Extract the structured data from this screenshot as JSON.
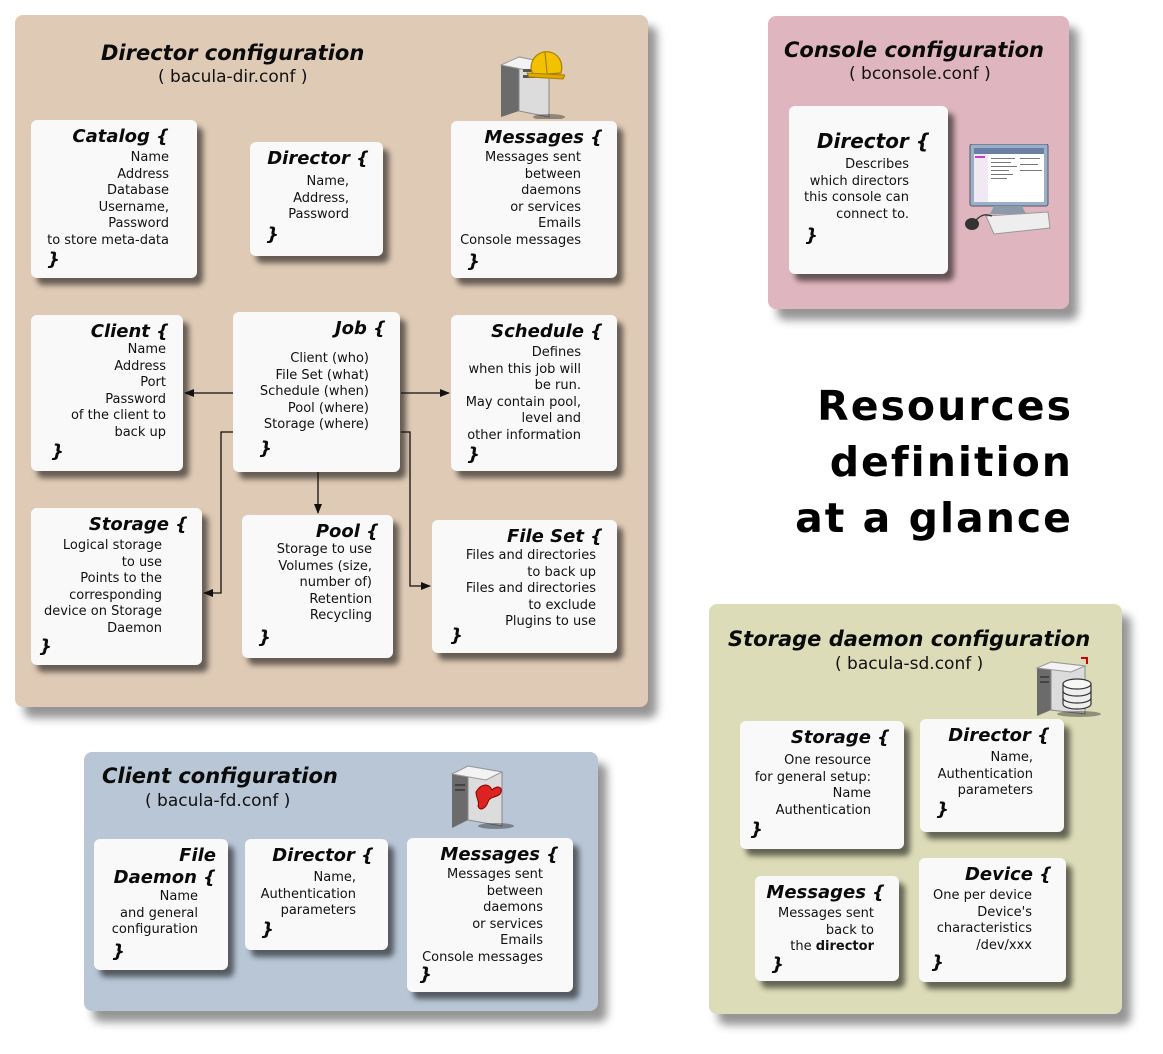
{
  "headline": {
    "lines": [
      "Resources",
      "definition",
      "at a glance"
    ]
  },
  "director_config": {
    "title": "Director configuration",
    "file": "( bacula-dir.conf )",
    "catalog": {
      "name": "Catalog {",
      "lines": [
        "Name",
        "Address",
        "Database",
        "Username,",
        "Password",
        "to store meta-data"
      ],
      "close": "}"
    },
    "director": {
      "name": "Director {",
      "lines": [
        "Name,",
        "Address,",
        "Password"
      ],
      "close": "}"
    },
    "messages": {
      "name": "Messages {",
      "lines": [
        "Messages sent",
        "between",
        "daemons",
        "or services",
        "Emails",
        "Console messages"
      ],
      "close": "}"
    },
    "client": {
      "name": "Client {",
      "lines": [
        "Name",
        "Address",
        "Port",
        "Password",
        "of the client to",
        "back up"
      ],
      "close": "}"
    },
    "job": {
      "name": "Job {",
      "lines": [
        "Client (who)",
        "File Set (what)",
        "Schedule (when)",
        "Pool (where)",
        "Storage (where)"
      ],
      "close": "}"
    },
    "schedule": {
      "name": "Schedule {",
      "lines": [
        "Defines",
        "when this job will",
        "be run.",
        "May contain pool,",
        "level and",
        "other information"
      ],
      "close": "}"
    },
    "storage": {
      "name": "Storage {",
      "lines": [
        "Logical storage",
        "to use",
        "Points to the",
        "corresponding",
        "device on Storage",
        "Daemon"
      ],
      "close": "}"
    },
    "pool": {
      "name": "Pool {",
      "lines": [
        "Storage to use",
        "Volumes (size,",
        "number of)",
        "Retention",
        "Recycling"
      ],
      "close": "}"
    },
    "fileset": {
      "name": "File Set {",
      "lines": [
        "Files and directories",
        "to back up",
        "Files and directories",
        "to exclude",
        "Plugins to use"
      ],
      "close": "}"
    }
  },
  "console_config": {
    "title": "Console configuration",
    "file": "( bconsole.conf )",
    "director": {
      "name": "Director {",
      "lines": [
        "Describes",
        "which directors",
        "this console can",
        "connect to."
      ],
      "close": "}"
    }
  },
  "client_config": {
    "title": "Client configuration",
    "file": "( bacula-fd.conf )",
    "filedaemon": {
      "name_line1": "File",
      "name_line2": "Daemon {",
      "lines": [
        "Name",
        "and general",
        "configuration"
      ],
      "close": "}"
    },
    "director": {
      "name": "Director {",
      "lines": [
        "Name,",
        "Authentication",
        "parameters"
      ],
      "close": "}"
    },
    "messages": {
      "name": "Messages {",
      "lines": [
        "Messages sent",
        "between",
        "daemons",
        "or services",
        "Emails",
        "Console messages"
      ],
      "close": "}"
    }
  },
  "sd_config": {
    "title": "Storage daemon configuration",
    "file": "( bacula-sd.conf )",
    "storage": {
      "name": "Storage {",
      "lines": [
        "One resource",
        "for general setup:",
        "Name",
        "Authentication"
      ],
      "close": "}"
    },
    "director": {
      "name": "Director {",
      "lines": [
        "Name,",
        "Authentication",
        "parameters"
      ],
      "close": "}"
    },
    "messages": {
      "name": "Messages {",
      "lines": [
        "Messages sent",
        "back to"
      ],
      "last_prefix": "the ",
      "last_bold": "director",
      "close": "}"
    },
    "device": {
      "name": "Device {",
      "lines": [
        "One per device",
        "Device's",
        "characteristics",
        "/dev/xxx"
      ],
      "close": "}"
    }
  },
  "colors": {
    "director_panel": "#dfcab5",
    "console_panel": "#dfb6bf",
    "client_panel": "#b8c6d6",
    "sd_panel": "#dcdcb8",
    "card": "#f9f9f9"
  },
  "icons": [
    "server-helmet-icon",
    "desktop-computer-icon",
    "server-bird-icon",
    "server-database-icon"
  ]
}
